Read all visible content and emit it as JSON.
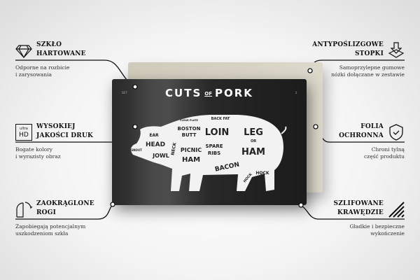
{
  "features": {
    "tempered_glass": {
      "title1": "SZKŁO",
      "title2": "HARTOWANE",
      "desc1": "Odporne na rozbicie",
      "desc2": "i zarysowania",
      "icon": "diamond-icon"
    },
    "hd_print": {
      "title1": "WYSOKIEJ",
      "title2": "JAKOŚCI DRUK",
      "desc1": "Bogate kolory",
      "desc2": "i wyrazisty obraz",
      "icon": "ultra-hd-icon",
      "icon_text1": "ultra",
      "icon_text2": "HD"
    },
    "rounded_corners": {
      "title1": "ZAOKRĄGLONE",
      "title2": "ROGI",
      "desc1": "Zapobiegają potencjalnym",
      "desc2": "uszkodzeniom szkła",
      "icon": "rounded-corner-icon"
    },
    "anti_slip": {
      "title1": "ANTYPOŚLIZGOWE",
      "title2": "STOPKI",
      "desc1": "Samoprzylepne gumowe",
      "desc2": "nóżki dołączane w zestawie",
      "icon": "anti-slip-feet-icon"
    },
    "protective_film": {
      "title1": "FOLIA",
      "title2": "OCHRONNA",
      "desc1": "Chroni tylną",
      "desc2": "część produktu",
      "icon": "shield-check-icon"
    },
    "polished_edges": {
      "title1": "SZLIFOWANE",
      "title2": "KRAWĘDZIE",
      "desc1": "Gładkie i bezpieczne",
      "desc2": "wykończenie",
      "icon": "polished-edges-icon"
    }
  },
  "poster": {
    "title_a": "CUTS",
    "title_of": "OF",
    "title_b": "PORK",
    "corner_left": "SET",
    "corner_right": "3",
    "cuts": [
      "EAR",
      "HEAD",
      "JOWL",
      "SNOUT",
      "NECK",
      "CLEAR PLATE",
      "BOSTON",
      "BUTT",
      "BACK FAT",
      "LOIN",
      "PICNIC",
      "HAM",
      "SPARE",
      "RIBS",
      "BACON",
      "LEG",
      "OR",
      "HAM",
      "HOCK",
      "HOCK"
    ]
  }
}
